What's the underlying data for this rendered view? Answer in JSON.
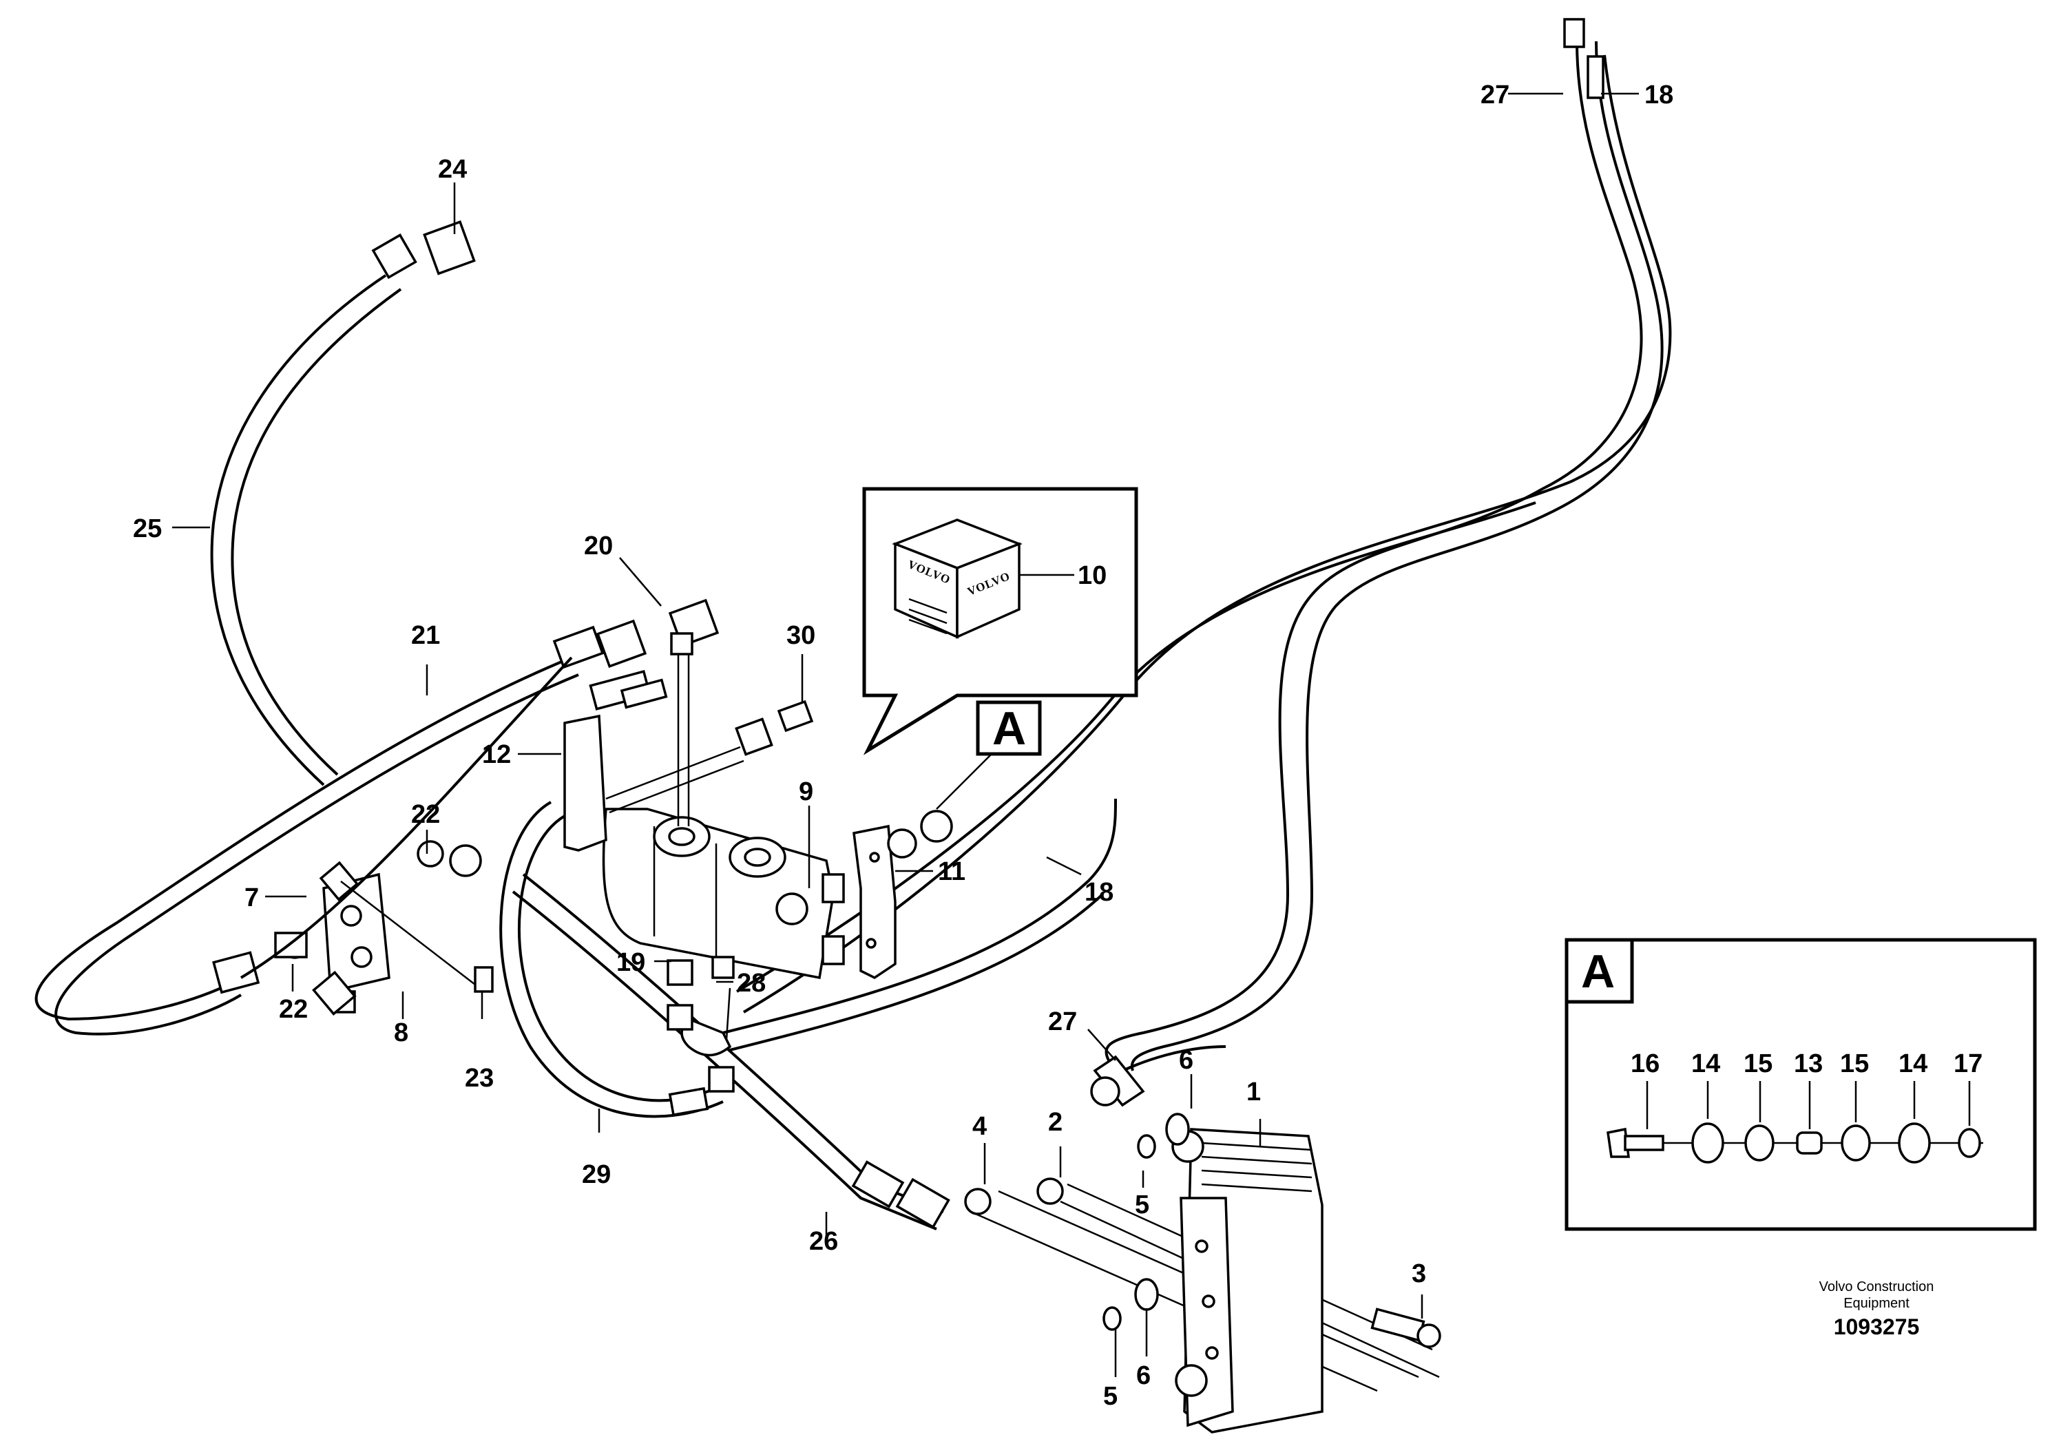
{
  "diagram": {
    "document_number": "1093275",
    "credit": [
      "Volvo Construction",
      "Equipment"
    ],
    "kit_brand": "VOLVO",
    "detail_label": "A",
    "callouts": [
      {
        "id": "c1",
        "text": "1"
      },
      {
        "id": "c2",
        "text": "2"
      },
      {
        "id": "c3",
        "text": "3"
      },
      {
        "id": "c4",
        "text": "4"
      },
      {
        "id": "c5a",
        "text": "5"
      },
      {
        "id": "c5b",
        "text": "5"
      },
      {
        "id": "c6a",
        "text": "6"
      },
      {
        "id": "c6b",
        "text": "6"
      },
      {
        "id": "c7",
        "text": "7"
      },
      {
        "id": "c8",
        "text": "8"
      },
      {
        "id": "c9",
        "text": "9"
      },
      {
        "id": "c10",
        "text": "10"
      },
      {
        "id": "c11",
        "text": "11"
      },
      {
        "id": "c12",
        "text": "12"
      },
      {
        "id": "c18a",
        "text": "18"
      },
      {
        "id": "c18b",
        "text": "18"
      },
      {
        "id": "c19",
        "text": "19"
      },
      {
        "id": "c20",
        "text": "20"
      },
      {
        "id": "c21",
        "text": "21"
      },
      {
        "id": "c22a",
        "text": "22"
      },
      {
        "id": "c22b",
        "text": "22"
      },
      {
        "id": "c23",
        "text": "23"
      },
      {
        "id": "c24",
        "text": "24"
      },
      {
        "id": "c25",
        "text": "25"
      },
      {
        "id": "c26",
        "text": "26"
      },
      {
        "id": "c27a",
        "text": "27"
      },
      {
        "id": "c27b",
        "text": "27"
      },
      {
        "id": "c28",
        "text": "28"
      },
      {
        "id": "c29",
        "text": "29"
      },
      {
        "id": "c30",
        "text": "30"
      }
    ],
    "detail_callouts": [
      {
        "id": "d16",
        "text": "16"
      },
      {
        "id": "d14a",
        "text": "14"
      },
      {
        "id": "d15a",
        "text": "15"
      },
      {
        "id": "d13",
        "text": "13"
      },
      {
        "id": "d15b",
        "text": "15"
      },
      {
        "id": "d14b",
        "text": "14"
      },
      {
        "id": "d17",
        "text": "17"
      }
    ]
  }
}
